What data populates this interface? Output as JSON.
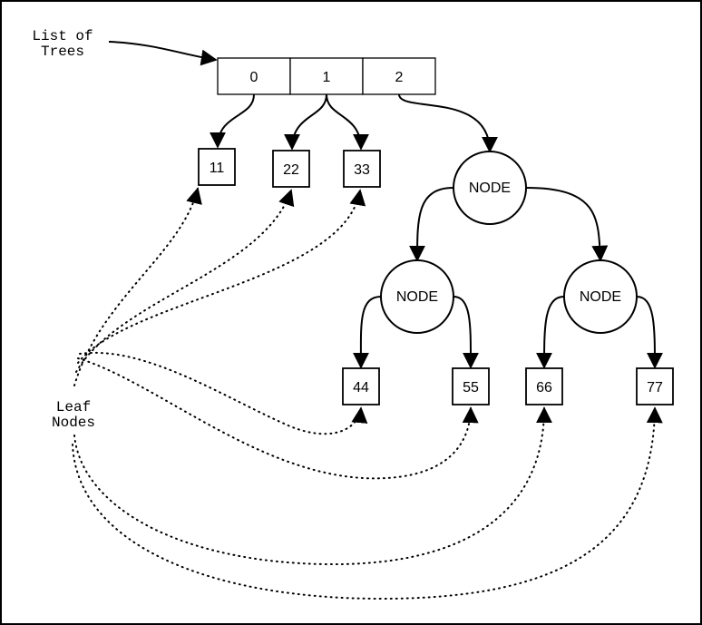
{
  "labels": {
    "list_of_trees": [
      "List of",
      "Trees"
    ],
    "leaf_nodes": [
      "Leaf",
      "Nodes"
    ]
  },
  "array_cells": [
    "0",
    "1",
    "2"
  ],
  "top_leaves": [
    "11",
    "22",
    "33"
  ],
  "node_label": "NODE",
  "bottom_leaves": [
    "44",
    "55",
    "66",
    "77"
  ],
  "colors": {
    "stroke": "#000000",
    "background": "#ffffff"
  }
}
